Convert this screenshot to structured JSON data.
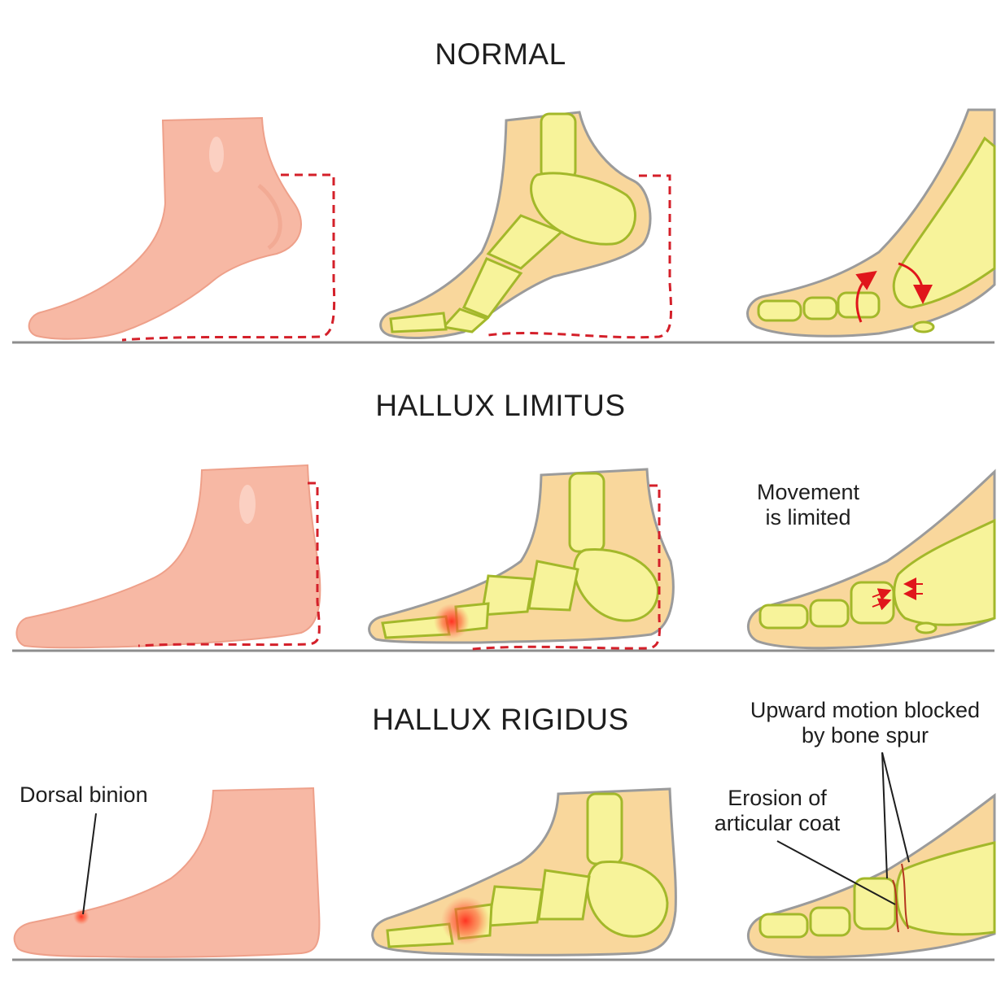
{
  "sections": [
    {
      "id": "normal",
      "title": "NORMAL"
    },
    {
      "id": "hallux-limitus",
      "title": "HALLUX LIMITUS"
    },
    {
      "id": "hallux-rigidus",
      "title": "HALLUX RIGIDUS"
    }
  ],
  "callouts": {
    "movement_limited_line1": "Movement",
    "movement_limited_line2": "is limited",
    "dorsal_binion": "Dorsal binion",
    "upward_blocked_line1": "Upward motion blocked",
    "upward_blocked_line2": "by bone spur",
    "erosion_line1": "Erosion of",
    "erosion_line2": "articular coat"
  },
  "colors": {
    "skin": "#f7b8a4",
    "skin_shade": "#eea08a",
    "flesh_xray": "#f9d79c",
    "bone_fill": "#f7f39a",
    "bone_outline": "#a3b82a",
    "dashed_outline": "#d4202a",
    "inflammation": "#ff3b2e",
    "motion_arrow": "#e0161b",
    "ground_line": "#8d8d8d",
    "watermark": "#e8e8e8"
  }
}
